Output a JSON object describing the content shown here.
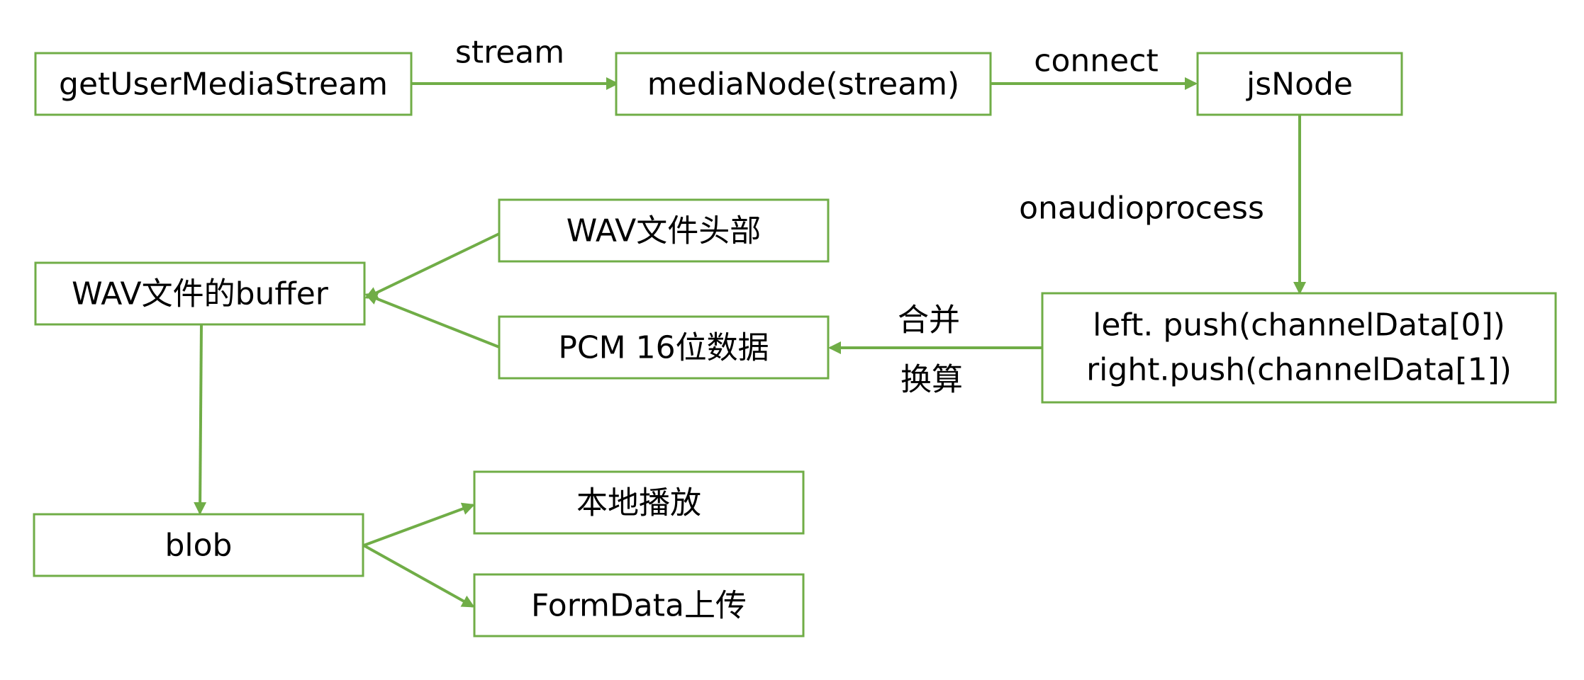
{
  "colors": {
    "stroke": "#70ad47",
    "text": "#000000",
    "background": "#ffffff"
  },
  "nodes": {
    "get_user_media_stream": "getUserMediaStream",
    "media_node": "mediaNode(stream)",
    "js_node": "jsNode",
    "channel_push": {
      "line1": "left.  push(channelData[0])",
      "line2": "right.push(channelData[1])"
    },
    "pcm_data": "PCM 16位数据",
    "wav_header": "WAV文件头部",
    "wav_buffer": "WAV文件的buffer",
    "blob": "blob",
    "local_play": "本地播放",
    "formdata_upload": "FormData上传"
  },
  "edge_labels": {
    "stream": "stream",
    "connect": "connect",
    "onaudioprocess": "onaudioprocess",
    "merge": "合并",
    "convert": "换算"
  }
}
